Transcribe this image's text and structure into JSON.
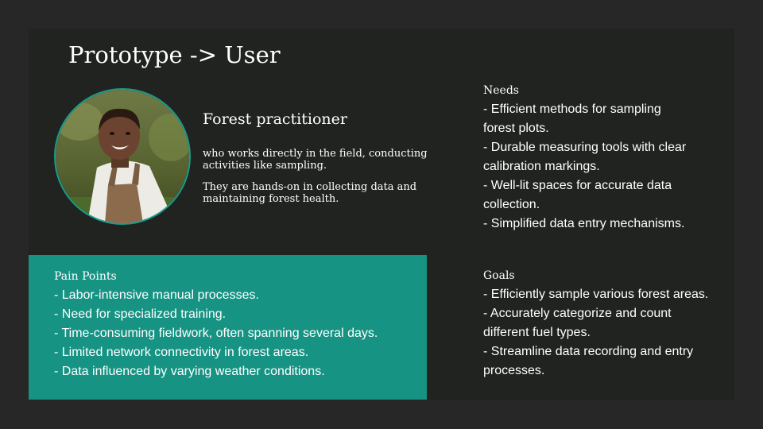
{
  "slide": {
    "title": "Prototype -> User",
    "persona": {
      "name": "Forest practitioner",
      "description": [
        "who works directly in the field, conducting activities like sampling.",
        "They are hands-on in collecting data and maintaining forest health."
      ],
      "photo_icon": "person-photo"
    },
    "needs": {
      "heading": "Needs",
      "lines": [
        "- Efficient methods for sampling",
        "forest plots.",
        "- Durable measuring tools with clear",
        "calibration markings.",
        "- Well-lit spaces for accurate data",
        "collection.",
        "- Simplified data entry mechanisms."
      ]
    },
    "goals": {
      "heading": "Goals",
      "lines": [
        "- Efficiently sample various forest areas.",
        "- Accurately categorize and count",
        "different fuel types.",
        "- Streamline data recording and entry",
        "processes."
      ]
    },
    "pain_points": {
      "heading": "Pain Points",
      "lines": [
        "- Labor-intensive manual processes.",
        "- Need for specialized training.",
        "- Time-consuming fieldwork, often spanning several days.",
        "- Limited network connectivity in forest areas.",
        "- Data influenced by varying weather conditions."
      ]
    },
    "colors": {
      "page_background": "#272727",
      "slide_background": "#202320",
      "accent_teal": "#179384",
      "text": "#ffffff"
    }
  }
}
